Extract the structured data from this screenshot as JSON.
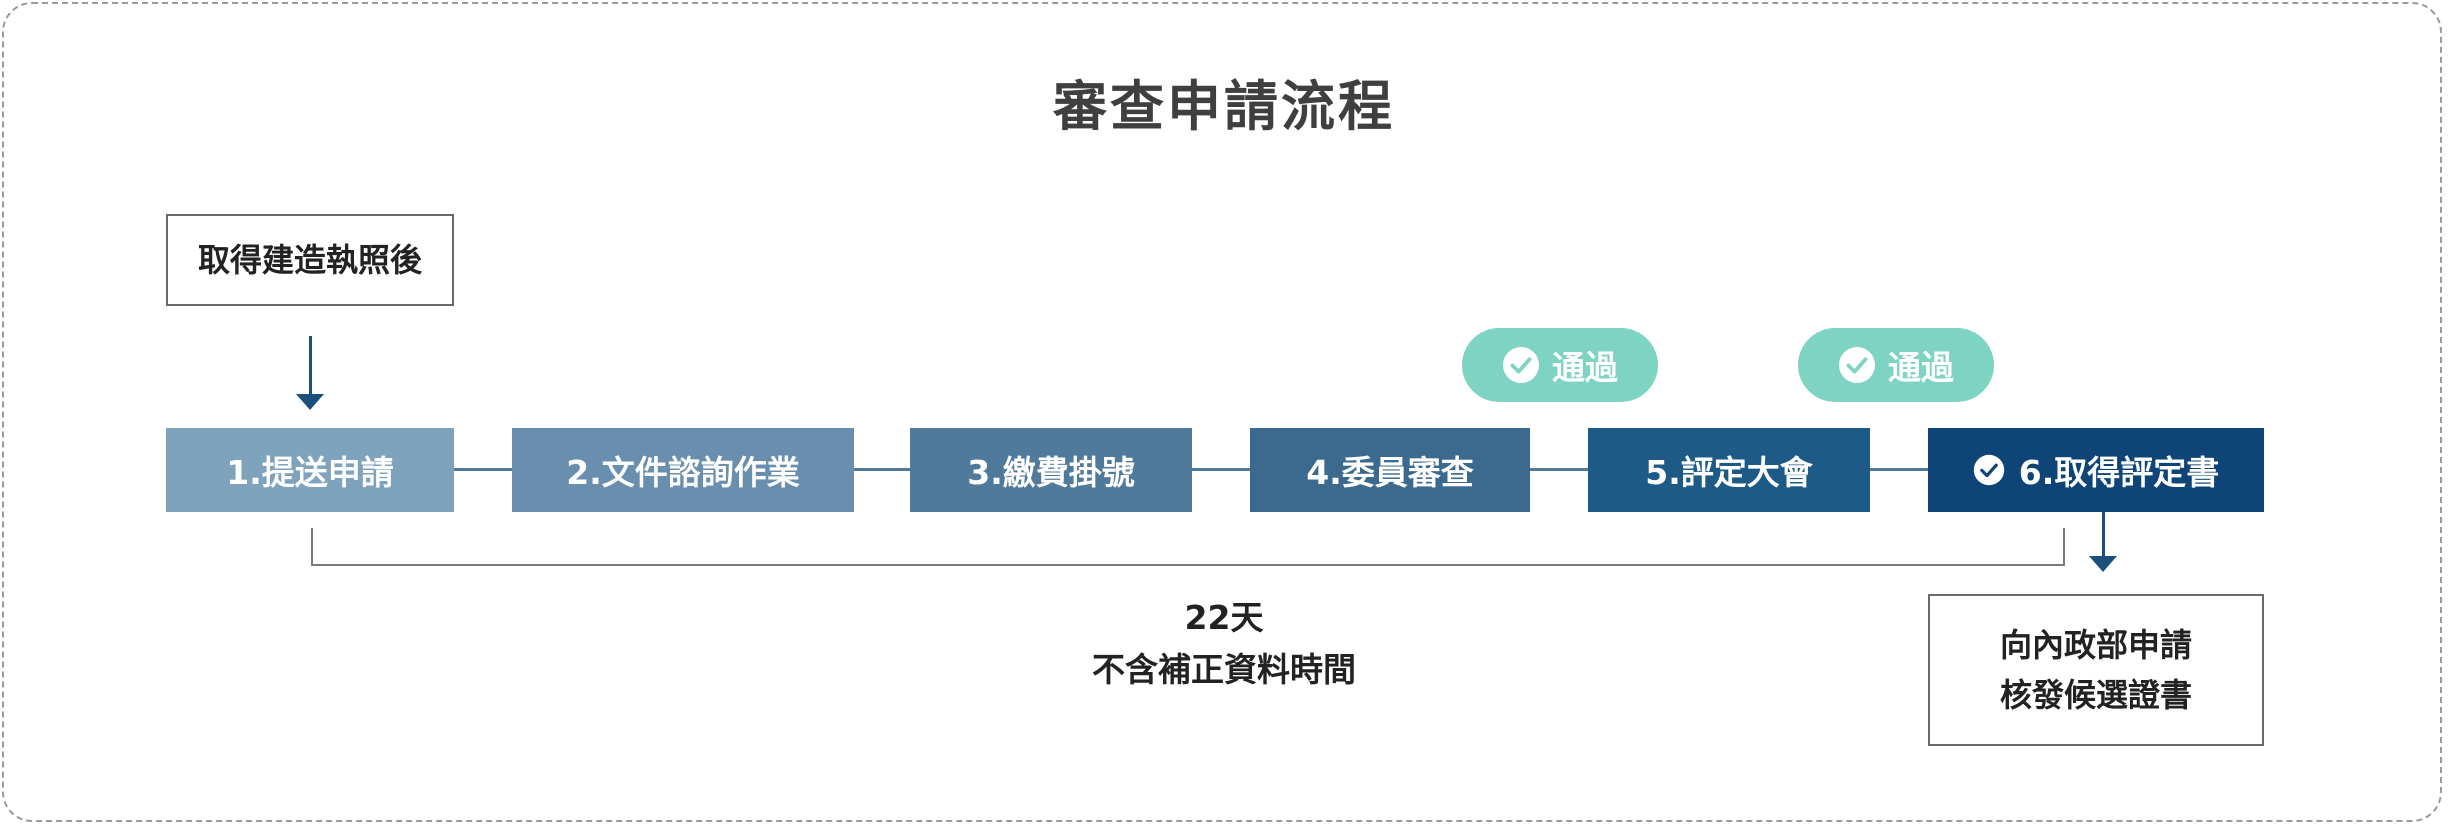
{
  "title": "審查申請流程",
  "start_note": "取得建造執照後",
  "steps": [
    {
      "label": "1.提送申請",
      "color": "#7fa2bd"
    },
    {
      "label": "2.文件諮詢作業",
      "color": "#6a8fae"
    },
    {
      "label": "3.繳費掛號",
      "color": "#4f7a9c"
    },
    {
      "label": "4.委員審查",
      "color": "#3c6a8f"
    },
    {
      "label": "5.評定大會",
      "color": "#1e5a86"
    },
    {
      "label": "6.取得評定書",
      "color": "#0e4476",
      "icon": "check-circle-icon"
    }
  ],
  "connector_color": "#4f7a9c",
  "badges": [
    {
      "label": "通過",
      "color": "#7fd3c3",
      "icon": "check-circle-icon"
    },
    {
      "label": "通過",
      "color": "#7fd3c3",
      "icon": "check-circle-icon"
    }
  ],
  "duration": {
    "days": "22天",
    "note": "不含補正資料時間"
  },
  "end_note": {
    "line1": "向內政部申請",
    "line2": "核發候選證書"
  },
  "arrow_color": "#1c4f7c"
}
